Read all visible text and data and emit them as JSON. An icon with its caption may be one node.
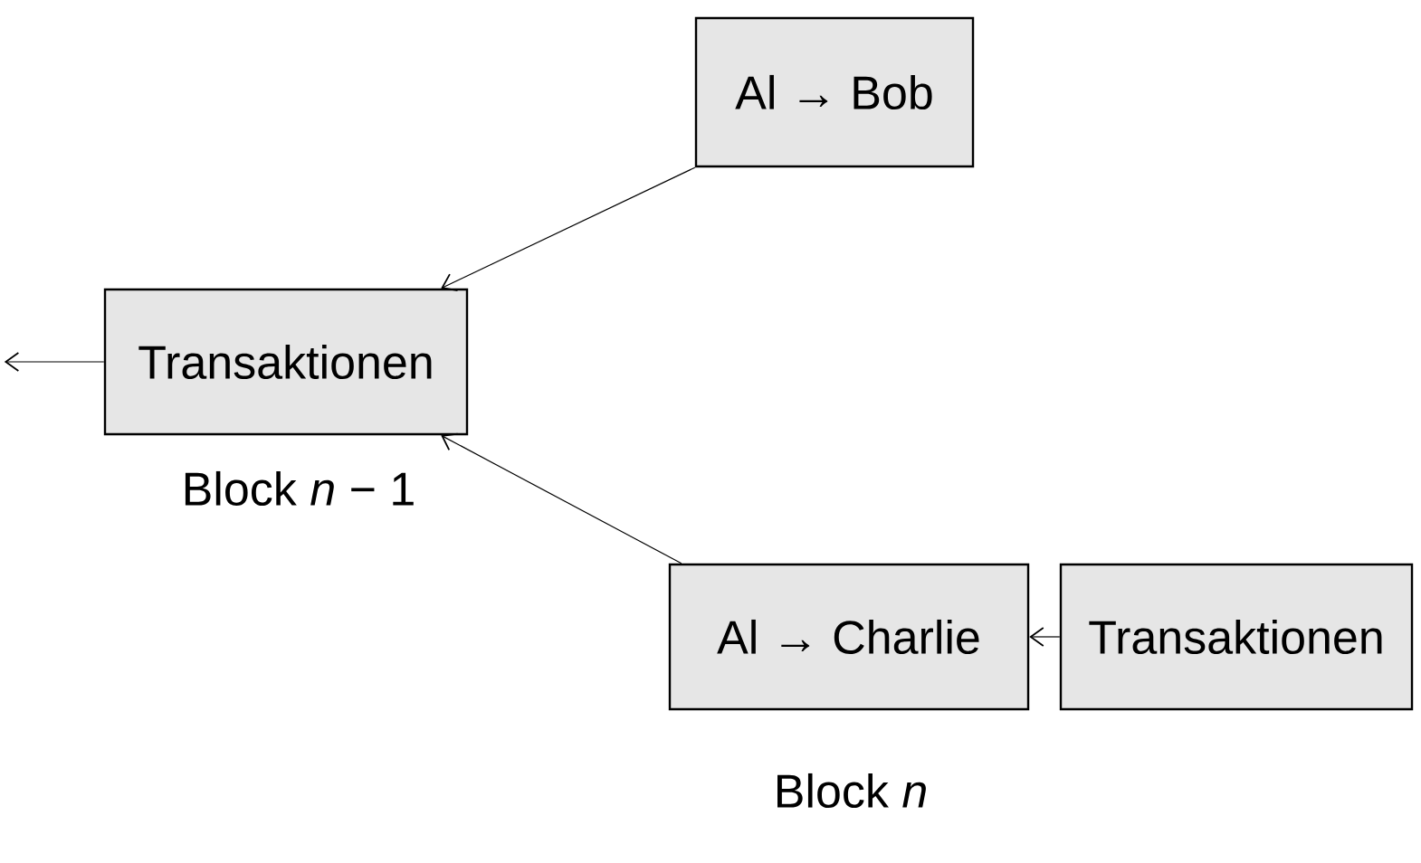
{
  "diagram": {
    "nodes": [
      {
        "text": [
          "Al → Bob"
        ]
      },
      {
        "text": [
          "Transaktionen"
        ]
      },
      {
        "text": [
          "Al → Charlie"
        ]
      },
      {
        "text": [
          "Transaktionen"
        ]
      }
    ],
    "edges": [
      {
        "from": 0,
        "to": 1,
        "arrow": "to"
      },
      {
        "from": 2,
        "to": 1,
        "arrow": "to"
      },
      {
        "from": 3,
        "to": 2,
        "arrow": "to"
      },
      {
        "from": 1,
        "to": null,
        "arrow": "to"
      }
    ],
    "labels": [
      "Block *n* − 1",
      "Block *n*"
    ]
  }
}
